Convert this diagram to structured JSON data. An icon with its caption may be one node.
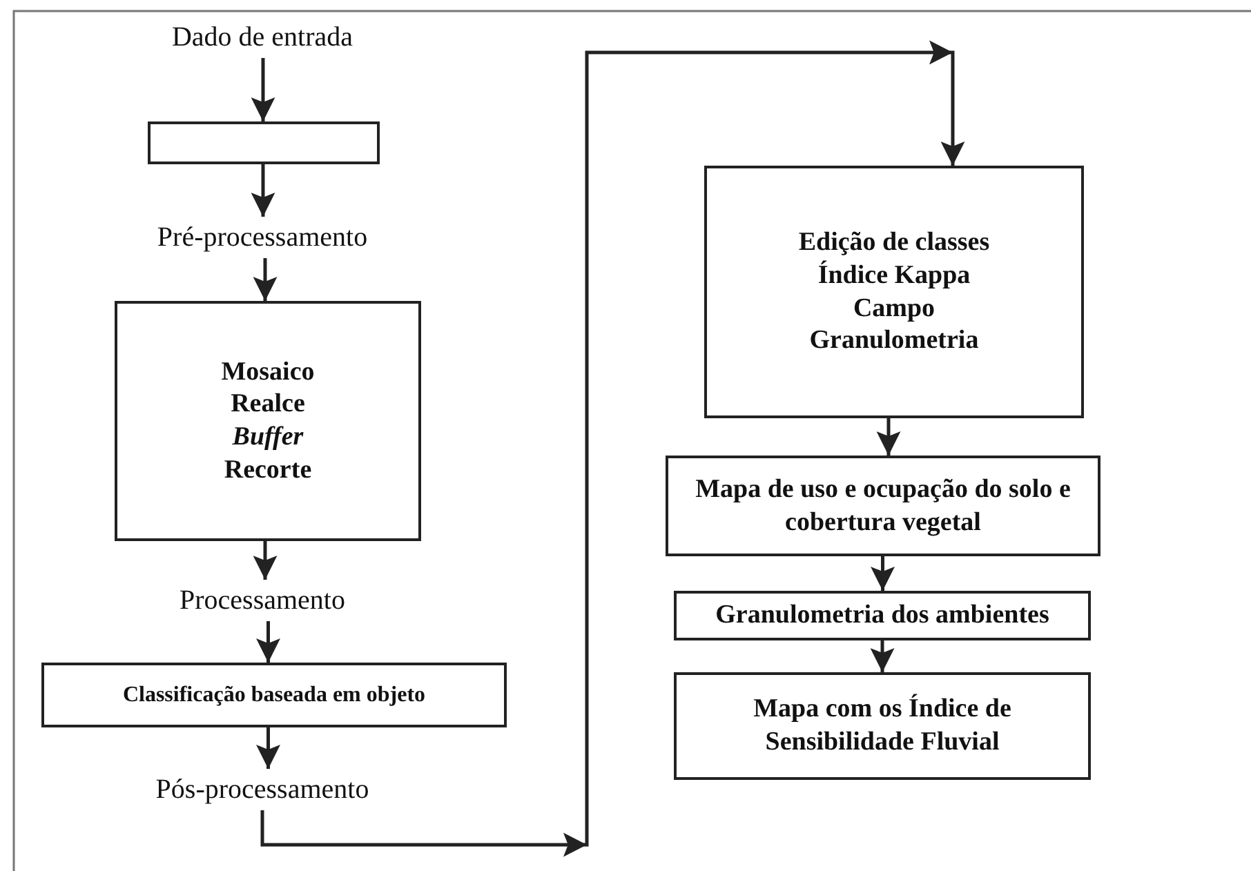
{
  "diagram": {
    "nodes": [
      {
        "text": [
          "Dado de entrada"
        ]
      },
      {
        "text": [],
        "shape": "box"
      },
      {
        "text": [
          "Pré-processamento"
        ]
      },
      {
        "text": [
          "Mosaico Realce *Buffer* Recorte"
        ]
      },
      {
        "text": [
          "Processamento"
        ]
      },
      {
        "text": [
          "Classificação baseada em objeto"
        ]
      },
      {
        "text": [
          "Pós-processamento"
        ]
      },
      {
        "text": [
          "Edição de classes",
          "Índice Kappa",
          "Campo",
          "Granulometria"
        ]
      },
      {
        "text": [
          "Mapa de uso e ocupação do solo e cobertura vegetal"
        ]
      },
      {
        "text": [
          "Granulometria dos ambientes"
        ]
      },
      {
        "text": [
          "Mapa com os Índice de Sensibilidade Fluvial"
        ]
      }
    ],
    "edges": [
      {
        "from": 0,
        "to": 1,
        "arrow": "to"
      },
      {
        "from": 1,
        "to": 2,
        "arrow": "to"
      },
      {
        "from": 2,
        "to": 3,
        "arrow": "to"
      },
      {
        "from": 3,
        "to": 4,
        "arrow": "to"
      },
      {
        "from": 4,
        "to": 5,
        "arrow": "to"
      },
      {
        "from": 5,
        "to": 6,
        "arrow": "to"
      },
      {
        "from": 6,
        "to": 7,
        "arrow": "to"
      },
      {
        "from": 7,
        "to": 8,
        "arrow": "to"
      },
      {
        "from": 8,
        "to": 9,
        "arrow": "to"
      },
      {
        "from": 9,
        "to": 10,
        "arrow": "to"
      }
    ]
  }
}
